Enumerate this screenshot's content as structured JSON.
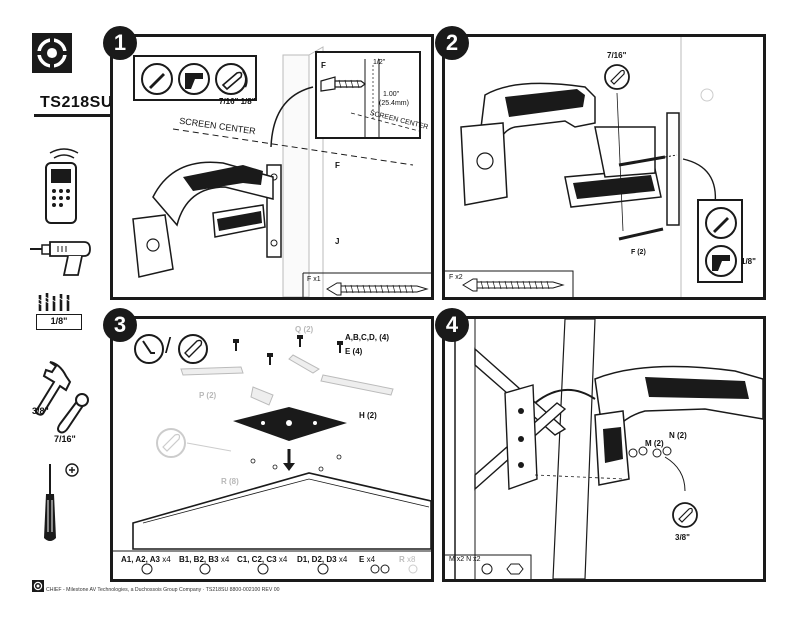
{
  "product": {
    "model": "TS218SU",
    "footer": "CHIEF - Milestone AV Technologies, a Duchossois Group Company  ·  TS218SU  8800-002100  REV 00"
  },
  "sidebar": {
    "drill_bit_size": "1/8\"",
    "wrench_sizes": [
      "3/8\"",
      "7/16\""
    ]
  },
  "steps": [
    {
      "number": "1",
      "tool_size_label": "7/16\" 1/8\"",
      "detail_labels": {
        "part": "F",
        "fraction": "1/2\"",
        "depth": "1.00\"",
        "depth_mm": "(25.4mm)",
        "screen_center_detail": "SCREEN CENTER"
      },
      "screen_center": "SCREEN CENTER",
      "callouts": [
        "F",
        "J"
      ],
      "bolt_count": "F x1"
    },
    {
      "number": "2",
      "wrench_size": "7/16\"",
      "drill_size": "1/8\"",
      "callout": "F (2)",
      "bolt_count": "F x2"
    },
    {
      "number": "3",
      "separator": "/",
      "labels": {
        "q": "Q (2)",
        "abcd": "A,B,C,D, (4)",
        "e": "E (4)",
        "p": "P (2)",
        "h": "H (2)",
        "r": "R (8)"
      },
      "hardware": [
        {
          "label": "A1, A2, A3",
          "qty": "x4",
          "light": false
        },
        {
          "label": "B1, B2, B3",
          "qty": "x4",
          "light": false
        },
        {
          "label": "C1, C2, C3",
          "qty": "x4",
          "light": false
        },
        {
          "label": "D1, D2, D3",
          "qty": "x4",
          "light": false
        },
        {
          "label": "E",
          "qty": "x4",
          "light": false
        },
        {
          "label": "R",
          "qty": "x8",
          "light": true
        }
      ]
    },
    {
      "number": "4",
      "labels": {
        "m": "M (2)",
        "n": "N (2)"
      },
      "wrench_size": "3/8\"",
      "hardware": "M x2 N x2"
    }
  ]
}
